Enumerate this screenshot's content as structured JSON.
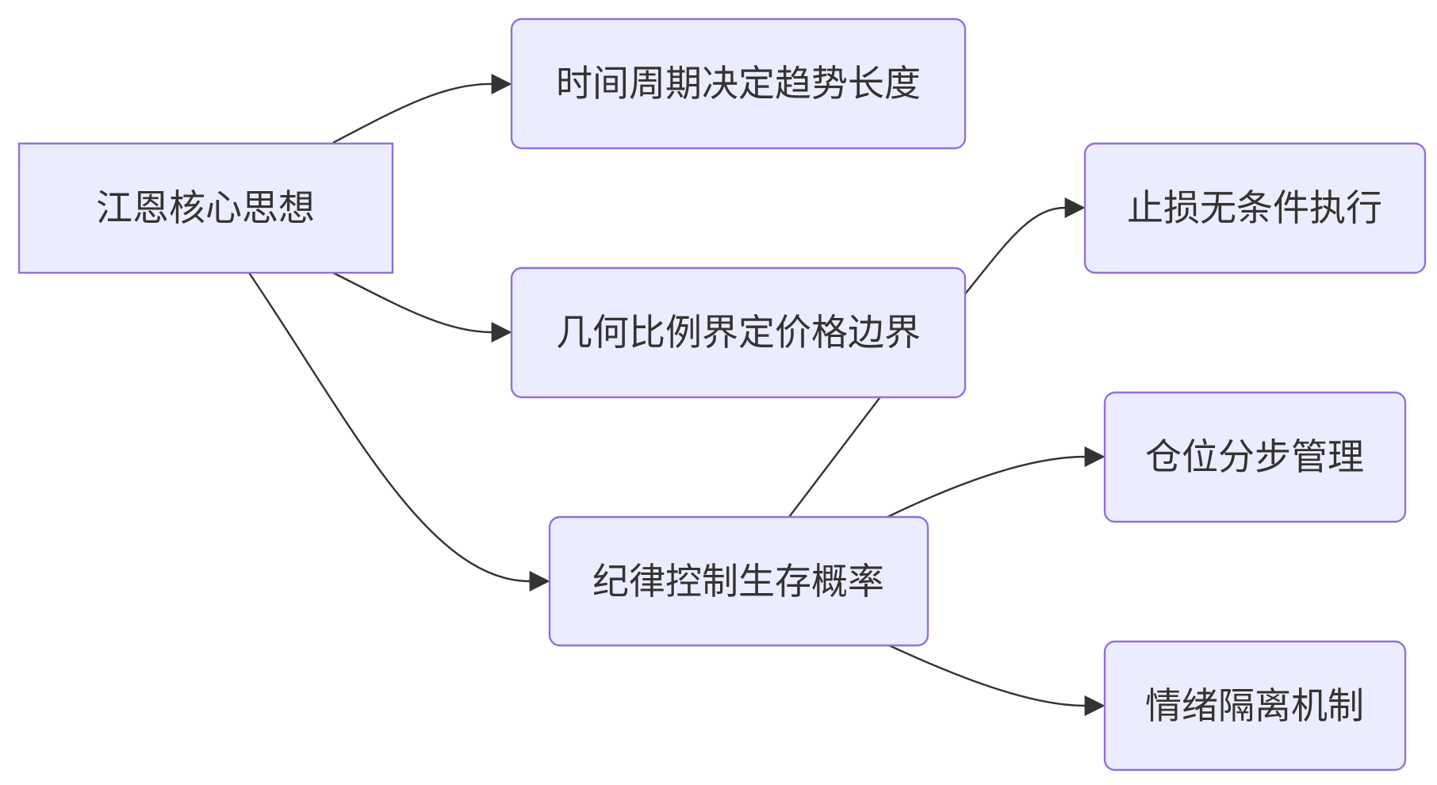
{
  "diagram": {
    "type": "flowchart",
    "direction": "left-to-right",
    "colors": {
      "node_fill": "#ECECFF",
      "node_border": "#9370DB",
      "text": "#333333",
      "edge": "#333333",
      "background": "#FFFFFF"
    },
    "nodes": [
      {
        "id": "root",
        "label": "江恩核心思想",
        "shape": "rect"
      },
      {
        "id": "time",
        "label": "时间周期决定趋势长度",
        "shape": "round"
      },
      {
        "id": "geometry",
        "label": "几何比例界定价格边界",
        "shape": "round"
      },
      {
        "id": "discipline",
        "label": "纪律控制生存概率",
        "shape": "round"
      },
      {
        "id": "stoploss",
        "label": "止损无条件执行",
        "shape": "round"
      },
      {
        "id": "position",
        "label": "仓位分步管理",
        "shape": "round"
      },
      {
        "id": "emotion",
        "label": "情绪隔离机制",
        "shape": "round"
      }
    ],
    "edges": [
      {
        "from": "root",
        "to": "time"
      },
      {
        "from": "root",
        "to": "geometry"
      },
      {
        "from": "root",
        "to": "discipline"
      },
      {
        "from": "discipline",
        "to": "stoploss"
      },
      {
        "from": "discipline",
        "to": "position"
      },
      {
        "from": "discipline",
        "to": "emotion"
      }
    ]
  }
}
